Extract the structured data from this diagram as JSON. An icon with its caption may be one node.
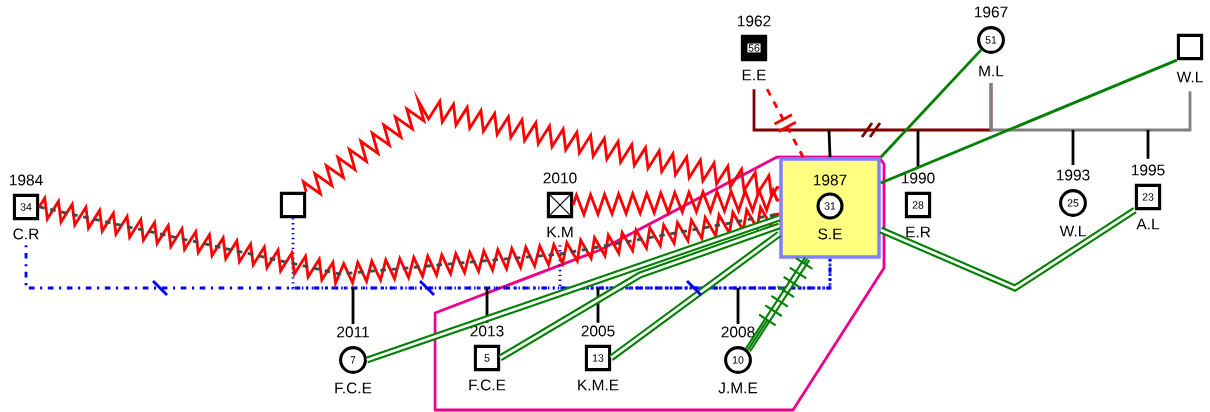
{
  "diagram": {
    "nodes": [
      {
        "text": [
          "34"
        ],
        "beside": [
          "1984",
          "C.R"
        ]
      },
      {
        "text": [],
        "shape": "box"
      },
      {
        "text": [],
        "shape": "box",
        "beside": [
          "2010",
          "K.M"
        ]
      },
      {
        "text": [
          "56"
        ],
        "beside": [
          "1962",
          "E.E"
        ]
      },
      {
        "text": [
          "51"
        ],
        "beside": [
          "1967",
          "M.L"
        ]
      },
      {
        "text": [],
        "shape": "box",
        "beside": [
          "W.L"
        ]
      },
      {
        "text": [
          "1987",
          "31",
          "S.E"
        ]
      },
      {
        "text": [
          "28"
        ],
        "beside": [
          "1990",
          "E.R"
        ]
      },
      {
        "text": [
          "25"
        ],
        "beside": [
          "1993",
          "W.L"
        ]
      },
      {
        "text": [
          "23"
        ],
        "beside": [
          "1995",
          "A.L"
        ]
      },
      {
        "text": [
          "7"
        ],
        "beside": [
          "2011",
          "F.C.E"
        ]
      },
      {
        "text": [
          "5"
        ],
        "beside": [
          "2013",
          "F.C.E"
        ]
      },
      {
        "text": [
          "13"
        ],
        "beside": [
          "2005",
          "K.M.E"
        ]
      },
      {
        "text": [
          "10"
        ],
        "beside": [
          "2008",
          "J.M.E"
        ]
      }
    ],
    "edges": [
      {
        "from": 3,
        "to": 4,
        "arrow": "none",
        "color": "#800000"
      },
      {
        "from": 4,
        "to": 5,
        "arrow": "none",
        "color": "#808080"
      },
      {
        "from": null,
        "to": 6,
        "arrow": "none"
      },
      {
        "from": null,
        "to": 7,
        "arrow": "none"
      },
      {
        "from": null,
        "to": 8,
        "arrow": "none"
      },
      {
        "from": null,
        "to": 9,
        "arrow": "none"
      },
      {
        "from": 0,
        "to": 6,
        "arrow": "none",
        "style": "dashed",
        "color": "#0000ff"
      },
      {
        "from": 1,
        "to": 6,
        "arrow": "none",
        "style": "dashed",
        "color": "#0000ff"
      },
      {
        "from": 2,
        "to": 6,
        "arrow": "none",
        "style": "dashed",
        "color": "#0000ff"
      },
      {
        "from": null,
        "to": 10,
        "arrow": "none"
      },
      {
        "from": null,
        "to": 11,
        "arrow": "none"
      },
      {
        "from": null,
        "to": 12,
        "arrow": "none"
      },
      {
        "from": null,
        "to": 13,
        "arrow": "none"
      },
      {
        "from": 0,
        "to": 6,
        "arrow": "none",
        "color": "#ff0000"
      },
      {
        "from": 1,
        "to": 6,
        "arrow": "none",
        "color": "#ff0000"
      },
      {
        "from": 2,
        "to": 6,
        "arrow": "none",
        "color": "#ff0000"
      },
      {
        "from": 3,
        "to": 6,
        "arrow": "none",
        "style": "dashed",
        "color": "#ff0000"
      },
      {
        "from": 4,
        "to": 6,
        "arrow": "none",
        "color": "#008000"
      },
      {
        "from": 5,
        "to": 6,
        "arrow": "none",
        "color": "#008000"
      },
      {
        "from": 6,
        "to": 9,
        "arrow": "none",
        "style": "thick",
        "color": "#008000"
      },
      {
        "from": 6,
        "to": 10,
        "arrow": "none",
        "style": "thick",
        "color": "#008000"
      },
      {
        "from": 6,
        "to": 11,
        "arrow": "none",
        "style": "thick",
        "color": "#008000"
      },
      {
        "from": 6,
        "to": 12,
        "arrow": "none",
        "style": "thick",
        "color": "#008000"
      },
      {
        "from": 6,
        "to": 13,
        "arrow": "none",
        "color": "#008000"
      }
    ]
  }
}
